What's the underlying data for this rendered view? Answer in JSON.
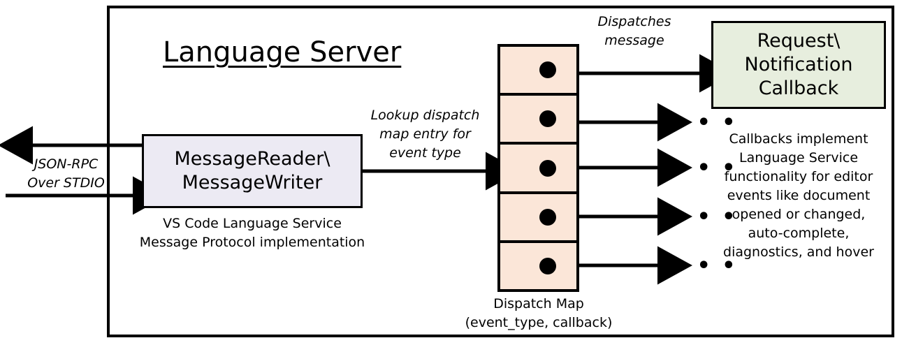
{
  "diagram": {
    "title": "Language Server",
    "outer_border_color": "#000000"
  },
  "io": {
    "protocol_label_line1": "JSON-RPC",
    "protocol_label_line2": "Over STDIO"
  },
  "message_box": {
    "line1": "MessageReader\\",
    "line2": "MessageWriter",
    "fill_color": "#eceaf3",
    "caption_line1": "VS Code Language Service",
    "caption_line2": "Message Protocol implementation"
  },
  "lookup": {
    "line1": "Lookup dispatch",
    "line2": "map entry for",
    "line3": "event type"
  },
  "dispatch_map": {
    "fill_color": "#fbe6d8",
    "rows": [
      {
        "id": "row-1"
      },
      {
        "id": "row-2"
      },
      {
        "id": "row-3"
      },
      {
        "id": "row-4"
      },
      {
        "id": "row-5"
      }
    ],
    "caption_line1": "Dispatch Map",
    "caption_line2": "(event_type, callback)",
    "dispatches_label_line1": "Dispatches",
    "dispatches_label_line2": "message",
    "ellipsis": "• • •"
  },
  "callback": {
    "line1": "Request\\",
    "line2": "Notification",
    "line3": "Callback",
    "fill_color": "#e7eede",
    "description_line1": "Callbacks implement",
    "description_line2": "Language Service",
    "description_line3": "functionality for editor",
    "description_line4": "events like document",
    "description_line5": "opened or changed,",
    "description_line6": "auto-complete,",
    "description_line7": "diagnostics, and hover"
  }
}
